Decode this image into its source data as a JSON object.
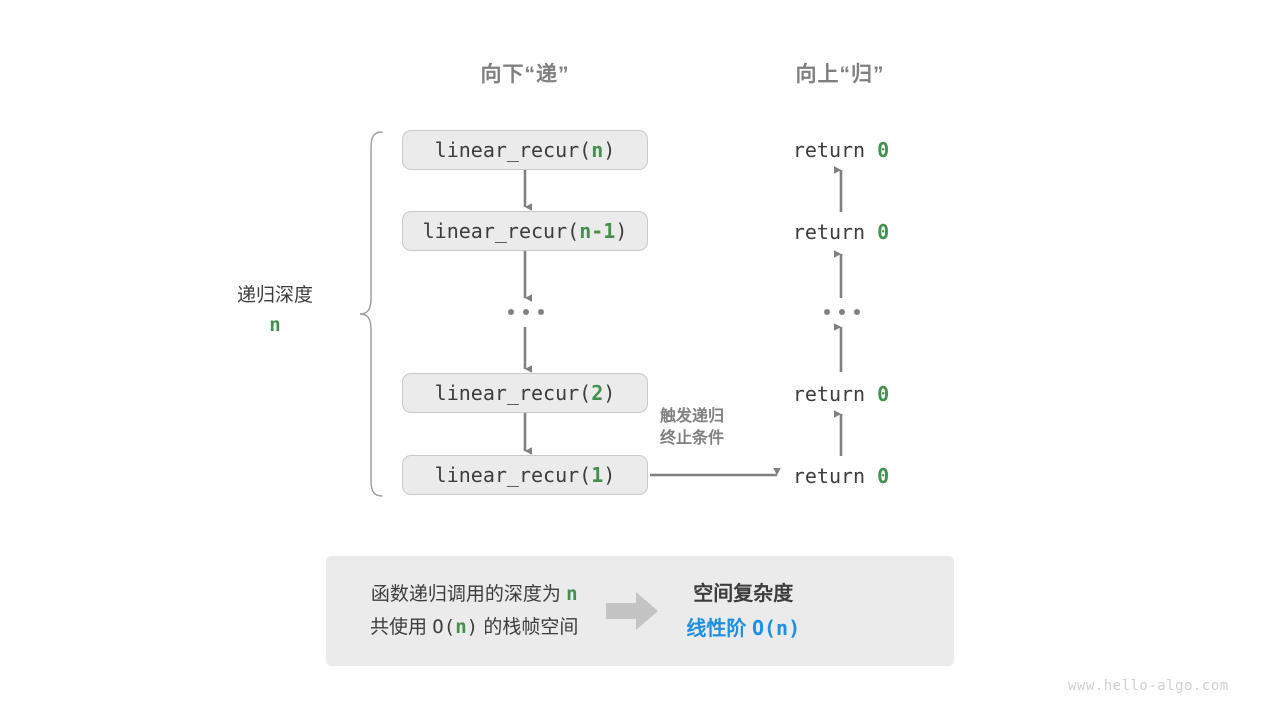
{
  "colors": {
    "green": "#43904f",
    "blue": "#1f90e0",
    "gray_text": "#3d3d3d",
    "gray_muted": "#808080",
    "box_fill": "#ebebeb",
    "box_border": "#c9c9c9",
    "arrow": "#808080",
    "block_arrow": "#c4c4c4",
    "watermark": "#cfcfcf"
  },
  "headers": {
    "down": "向下“递”",
    "up": "向上“归”"
  },
  "depth_label": {
    "text": "递归深度",
    "value": "n"
  },
  "call_stack": [
    {
      "prefix": "linear_recur(",
      "arg": "n",
      "suffix": ")"
    },
    {
      "prefix": "linear_recur(",
      "arg": "n-1",
      "suffix": ")"
    },
    {
      "ellipsis": "..."
    },
    {
      "prefix": "linear_recur(",
      "arg": "2",
      "suffix": ")"
    },
    {
      "prefix": "linear_recur(",
      "arg": "1",
      "suffix": ")"
    }
  ],
  "returns": [
    {
      "keyword": "return",
      "value": "0"
    },
    {
      "keyword": "return",
      "value": "0"
    },
    {
      "ellipsis": "..."
    },
    {
      "keyword": "return",
      "value": "0"
    },
    {
      "keyword": "return",
      "value": "0"
    }
  ],
  "trigger_note": {
    "line1": "触发递归",
    "line2": "终止条件"
  },
  "summary": {
    "left_line1_a": "函数递归调用的深度为",
    "left_line1_n": "n",
    "left_line2_a": "共使用",
    "left_line2_o": "O(",
    "left_line2_n": "n",
    "left_line2_c": ")",
    "left_line2_b": "的栈帧空间",
    "arrow_icon": "block-arrow-right",
    "right_title": "空间复杂度",
    "right_value_text": "线性阶",
    "right_value_expr": "O(n)"
  },
  "watermark": "www.hello-algo.com"
}
